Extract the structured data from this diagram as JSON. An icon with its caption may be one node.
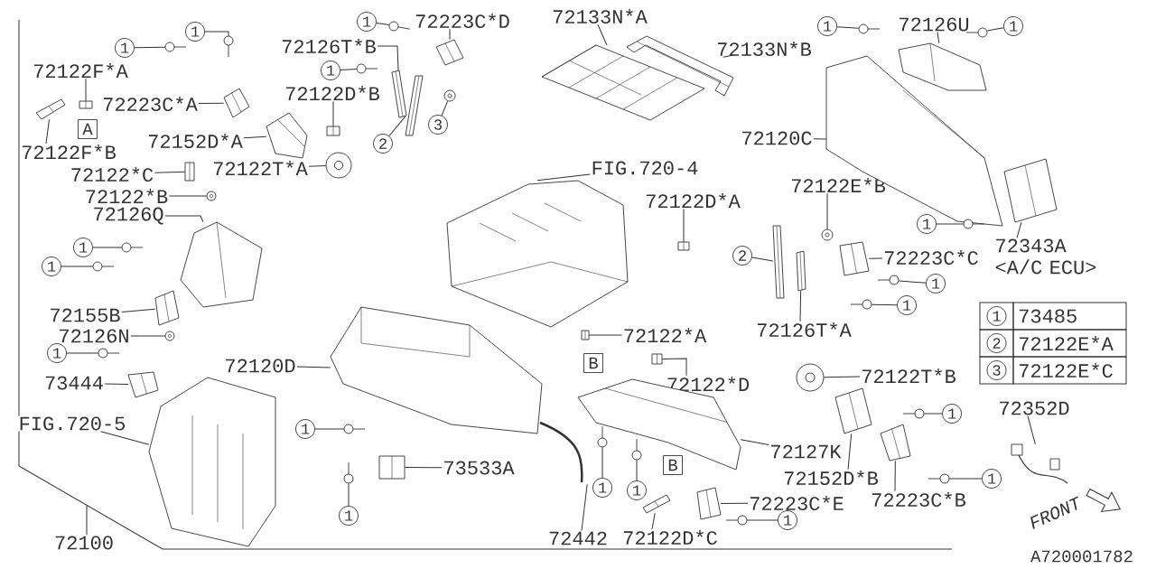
{
  "diagram": {
    "nodes": [
      {
        "text": [
          "1"
        ]
      },
      {
        "text": [
          "1"
        ]
      },
      {
        "text": [
          "1"
        ]
      },
      {
        "text": [
          "72223C*D"
        ]
      },
      {
        "text": [
          "72133N*A"
        ]
      },
      {
        "text": [
          "1"
        ]
      },
      {
        "text": [
          "72126U"
        ]
      },
      {
        "text": [
          "1"
        ]
      },
      {
        "text": [
          "72126T*B"
        ]
      },
      {
        "text": [
          "72133N*B"
        ]
      },
      {
        "text": [
          "72122F*A"
        ]
      },
      {
        "text": [
          "1"
        ]
      },
      {
        "text": [
          "72122D*B"
        ]
      },
      {
        "text": [
          "72223C*A"
        ]
      },
      {
        "text": [
          "A"
        ]
      },
      {
        "text": [
          "72152D*A"
        ]
      },
      {
        "text": [
          "72120C"
        ]
      },
      {
        "text": [
          "2"
        ]
      },
      {
        "text": [
          "3"
        ]
      },
      {
        "text": [
          "72122F*B"
        ]
      },
      {
        "text": [
          "72122T*A"
        ]
      },
      {
        "text": [
          "FIG.720-4"
        ]
      },
      {
        "text": [
          "72122*C"
        ]
      },
      {
        "text": [
          "72122E*B"
        ]
      },
      {
        "text": [
          "72122*B"
        ]
      },
      {
        "text": [
          "72122D*A"
        ]
      },
      {
        "text": [
          "72126Q"
        ]
      },
      {
        "text": [
          "1"
        ]
      },
      {
        "text": [
          "72343A <A/C ECU>"
        ]
      },
      {
        "text": [
          "1"
        ]
      },
      {
        "text": [
          "2"
        ]
      },
      {
        "text": [
          "72223C*C"
        ]
      },
      {
        "text": [
          "1"
        ]
      },
      {
        "text": [
          "1"
        ]
      },
      {
        "text": [
          "1"
        ]
      },
      {
        "text": [
          "72155B"
        ]
      },
      {
        "text": [
          "72126T*A"
        ]
      },
      {
        "text": [
          "72122*A"
        ]
      },
      {
        "text": [
          "72126N"
        ]
      },
      {
        "text": [
          "1"
        ]
      },
      {
        "text": [
          "B"
        ]
      },
      {
        "text": [
          "72120D"
        ]
      },
      {
        "text": [
          "72122T*B"
        ]
      },
      {
        "text": [
          "73444"
        ]
      },
      {
        "text": [
          "72122*D"
        ]
      },
      {
        "text": [
          "72352D"
        ]
      },
      {
        "text": [
          "1"
        ]
      },
      {
        "text": [
          "FIG.720-5"
        ]
      },
      {
        "text": [
          "1"
        ]
      },
      {
        "text": [
          "72127K"
        ]
      },
      {
        "text": [
          "B"
        ]
      },
      {
        "text": [
          "73533A"
        ]
      },
      {
        "text": [
          "72152D*B"
        ]
      },
      {
        "text": [
          "1"
        ]
      },
      {
        "text": [
          "1"
        ]
      },
      {
        "text": [
          "1"
        ]
      },
      {
        "text": [
          "72223C*B"
        ]
      },
      {
        "text": [
          "72223C*E"
        ]
      },
      {
        "text": [
          "1"
        ]
      },
      {
        "text": [
          "1"
        ]
      },
      {
        "text": [
          "72442"
        ]
      },
      {
        "text": [
          "72100"
        ]
      },
      {
        "text": [
          "72122D*C"
        ]
      },
      {
        "text": [],
        "shape": "picture"
      },
      {
        "text": [],
        "shape": "picture"
      },
      {
        "text": [],
        "shape": "picture"
      },
      {
        "text": [],
        "shape": "picture"
      },
      {
        "text": [],
        "shape": "picture"
      },
      {
        "text": [],
        "shape": "picture"
      },
      {
        "text": [],
        "shape": "picture"
      },
      {
        "text": [],
        "shape": "picture"
      },
      {
        "text": [],
        "shape": "picture"
      },
      {
        "text": [],
        "shape": "picture"
      },
      {
        "text": [],
        "shape": "picture"
      },
      {
        "text": [],
        "shape": "picture"
      },
      {
        "text": [],
        "shape": "picture"
      },
      {
        "text": [],
        "shape": "picture"
      },
      {
        "text": [],
        "shape": "picture"
      },
      {
        "text": [],
        "shape": "picture"
      },
      {
        "text": [],
        "shape": "picture"
      },
      {
        "text": [],
        "shape": "picture"
      },
      {
        "text": [],
        "shape": "picture"
      },
      {
        "text": [],
        "shape": "picture"
      },
      {
        "text": [],
        "shape": "picture"
      },
      {
        "text": [],
        "shape": "picture"
      },
      {
        "text": [],
        "shape": "picture"
      },
      {
        "text": [],
        "shape": "picture"
      },
      {
        "text": [],
        "shape": "picture"
      },
      {
        "text": [],
        "shape": "picture"
      },
      {
        "text": [],
        "shape": "picture"
      },
      {
        "text": [],
        "shape": "picture"
      },
      {
        "text": [],
        "shape": "picture"
      },
      {
        "text": [],
        "shape": "picture"
      },
      {
        "text": [],
        "shape": "picture"
      },
      {
        "text": [],
        "shape": "picture"
      },
      {
        "text": [],
        "shape": "picture"
      },
      {
        "text": [],
        "shape": "picture"
      },
      {
        "text": [],
        "shape": "picture"
      },
      {
        "text": [],
        "shape": "picture"
      },
      {
        "text": [],
        "shape": "picture"
      },
      {
        "text": [],
        "shape": "picture"
      },
      {
        "text": [],
        "shape": "picture"
      },
      {
        "text": [],
        "shape": "picture"
      },
      {
        "text": [],
        "shape": "picture"
      },
      {
        "text": [],
        "shape": "picture"
      },
      {
        "text": [],
        "shape": "picture"
      },
      {
        "text": [],
        "shape": "picture"
      },
      {
        "text": [],
        "shape": "picture"
      },
      {
        "text": [],
        "shape": "picture"
      },
      {
        "text": [],
        "shape": "picture"
      },
      {
        "text": [],
        "shape": "picture"
      },
      {
        "text": [],
        "shape": "picture"
      },
      {
        "text": [],
        "shape": "picture"
      },
      {
        "text": [],
        "shape": "picture"
      },
      {
        "text": [],
        "shape": "picture"
      },
      {
        "text": [],
        "shape": "picture"
      },
      {
        "text": [],
        "shape": "picture"
      },
      {
        "text": [],
        "shape": "picture"
      },
      {
        "text": [],
        "shape": "picture"
      },
      {
        "text": [],
        "shape": "picture"
      },
      {
        "text": [],
        "shape": "picture"
      },
      {
        "text": [],
        "shape": "picture"
      }
    ],
    "edges": [
      {
        "from": 0,
        "to": 63,
        "arrow": "none"
      },
      {
        "from": 1,
        "to": 64,
        "arrow": "none"
      },
      {
        "from": 2,
        "to": 65,
        "arrow": "none"
      },
      {
        "from": 3,
        "to": 66,
        "arrow": "none"
      },
      {
        "from": 4,
        "to": 67,
        "arrow": "none"
      },
      {
        "from": 5,
        "to": 68,
        "arrow": "none"
      },
      {
        "from": 6,
        "to": 69,
        "arrow": "none"
      },
      {
        "from": 7,
        "to": 70,
        "arrow": "none"
      },
      {
        "from": 8,
        "to": 71,
        "arrow": "none"
      },
      {
        "from": 9,
        "to": 72,
        "arrow": "none"
      },
      {
        "from": 10,
        "to": 73,
        "arrow": "none"
      },
      {
        "from": 11,
        "to": 74,
        "arrow": "none"
      },
      {
        "from": 12,
        "to": 75,
        "arrow": "none"
      },
      {
        "from": 13,
        "to": 76,
        "arrow": "none"
      },
      {
        "from": 15,
        "to": 77,
        "arrow": "none"
      },
      {
        "from": 16,
        "to": 78,
        "arrow": "none"
      },
      {
        "from": 17,
        "to": 79,
        "arrow": "none"
      },
      {
        "from": 18,
        "to": 80,
        "arrow": "none"
      },
      {
        "from": 19,
        "to": 81,
        "arrow": "none"
      },
      {
        "from": 20,
        "to": 82,
        "arrow": "none"
      },
      {
        "from": 21,
        "to": 83,
        "arrow": "none"
      },
      {
        "from": 22,
        "to": 84,
        "arrow": "none"
      },
      {
        "from": 23,
        "to": 85,
        "arrow": "none"
      },
      {
        "from": 24,
        "to": 86,
        "arrow": "none"
      },
      {
        "from": 25,
        "to": 87,
        "arrow": "none"
      },
      {
        "from": 26,
        "to": 88,
        "arrow": "none"
      },
      {
        "from": 27,
        "to": 89,
        "arrow": "none"
      },
      {
        "from": 28,
        "to": 90,
        "arrow": "none"
      },
      {
        "from": 29,
        "to": 91,
        "arrow": "none"
      },
      {
        "from": 30,
        "to": 92,
        "arrow": "none"
      },
      {
        "from": 31,
        "to": 93,
        "arrow": "none"
      },
      {
        "from": 32,
        "to": 94,
        "arrow": "none"
      },
      {
        "from": 33,
        "to": 95,
        "arrow": "none"
      },
      {
        "from": 34,
        "to": 96,
        "arrow": "none"
      },
      {
        "from": 35,
        "to": 97,
        "arrow": "none"
      },
      {
        "from": 36,
        "to": 98,
        "arrow": "none"
      },
      {
        "from": 37,
        "to": 99,
        "arrow": "none"
      },
      {
        "from": 38,
        "to": 100,
        "arrow": "none"
      },
      {
        "from": 39,
        "to": 101,
        "arrow": "none"
      },
      {
        "from": 41,
        "to": 102,
        "arrow": "none"
      },
      {
        "from": 42,
        "to": 103,
        "arrow": "none"
      },
      {
        "from": 43,
        "to": 104,
        "arrow": "none"
      },
      {
        "from": 44,
        "to": 105,
        "arrow": "none"
      },
      {
        "from": 45,
        "to": 106,
        "arrow": "none"
      },
      {
        "from": 46,
        "to": 107,
        "arrow": "none"
      },
      {
        "from": 47,
        "to": 108,
        "arrow": "none"
      },
      {
        "from": 48,
        "to": 109,
        "arrow": "none"
      },
      {
        "from": 49,
        "to": 110,
        "arrow": "none"
      },
      {
        "from": 51,
        "to": 111,
        "arrow": "none"
      },
      {
        "from": 52,
        "to": 112,
        "arrow": "none"
      },
      {
        "from": 53,
        "to": 113,
        "arrow": "none"
      },
      {
        "from": 54,
        "to": 114,
        "arrow": "none"
      },
      {
        "from": 55,
        "to": 115,
        "arrow": "none"
      },
      {
        "from": 56,
        "to": 116,
        "arrow": "none"
      },
      {
        "from": 57,
        "to": 117,
        "arrow": "none"
      },
      {
        "from": 58,
        "to": 118,
        "arrow": "none"
      },
      {
        "from": 59,
        "to": 119,
        "arrow": "none"
      },
      {
        "from": 60,
        "to": 120,
        "arrow": "none"
      },
      {
        "from": 61,
        "to": null,
        "arrow": "none"
      },
      {
        "from": 62,
        "to": 121,
        "arrow": "none"
      }
    ],
    "labels": [
      "1",
      "73485",
      "2",
      "72122E*A",
      "3",
      "72122E*C",
      "FRONT",
      "A720001782"
    ]
  }
}
